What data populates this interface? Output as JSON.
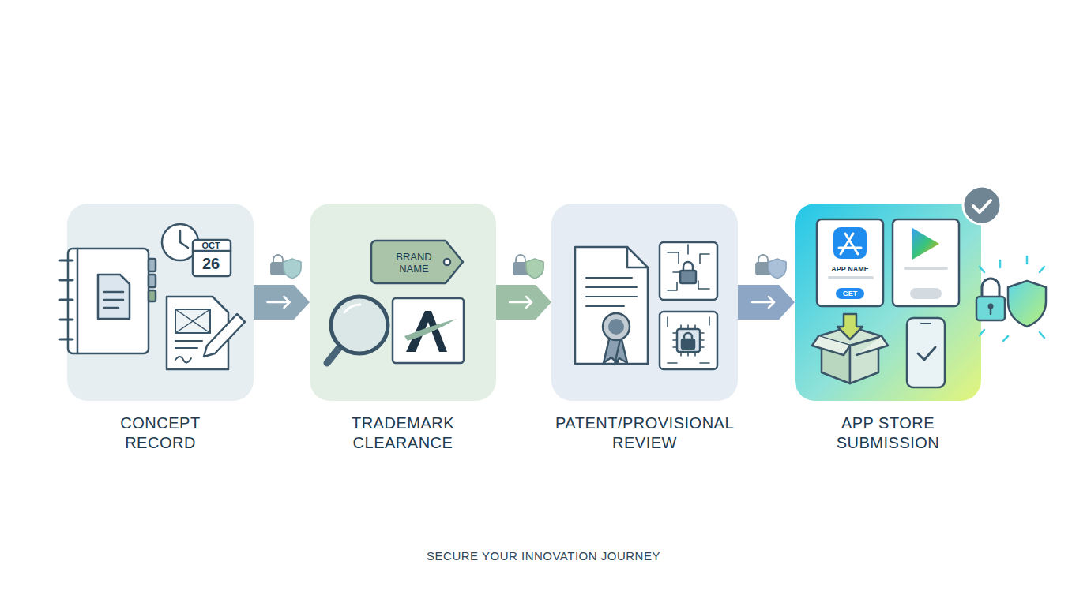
{
  "diagram": {
    "caption": "SECURE YOUR INNOVATION JOURNEY",
    "nodes": [
      {
        "text": [
          "CONCEPT RECORD"
        ]
      },
      {
        "text": [
          "TRADEMARK CLEARANCE"
        ]
      },
      {
        "text": [
          "PATENT/PROVISIONAL REVIEW"
        ]
      },
      {
        "text": [
          "APP STORE SUBMISSION"
        ]
      }
    ],
    "edges": [
      {
        "from": 0,
        "to": 1,
        "arrow": "to"
      },
      {
        "from": 1,
        "to": 2,
        "arrow": "to"
      },
      {
        "from": 2,
        "to": 3,
        "arrow": "to"
      }
    ],
    "labels": [
      "OCT",
      "26",
      "BRAND NAME",
      "APP NAME",
      "GET"
    ]
  }
}
